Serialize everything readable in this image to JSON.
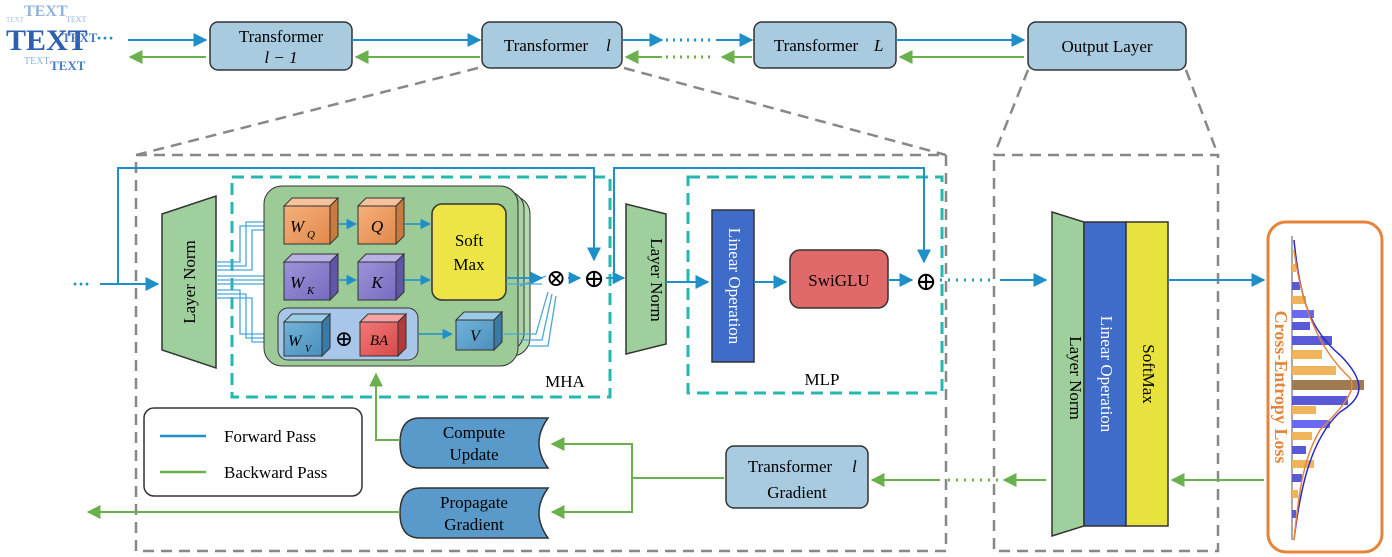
{
  "logo": {
    "lines": [
      "TEXT",
      "TEXT",
      "TEXT",
      "TEXT",
      "TEXT",
      "TEXT",
      "TEXT"
    ]
  },
  "top_row": {
    "block_prev_line1": "Transformer",
    "block_prev_line2": "l − 1",
    "block_l_text": "Transformer",
    "block_l_var": "l",
    "block_L_text": "Transformer",
    "block_L_var": "L",
    "output_layer": "Output Layer"
  },
  "mha_section": {
    "layer_norm": "Layer Norm",
    "wq": "W",
    "wq_sub": "Q",
    "wk": "W",
    "wk_sub": "K",
    "wv": "W",
    "wv_sub": "V",
    "ba": "BA",
    "q": "Q",
    "k": "K",
    "v": "V",
    "softmax_line1": "Soft",
    "softmax_line2": "Max",
    "oplus": "⊕",
    "otimes": "⊗",
    "label": "MHA"
  },
  "mlp_section": {
    "layer_norm": "Layer Norm",
    "linear": "Linear Operation",
    "swiglu": "SwiGLU",
    "oplus": "⊕",
    "label": "MLP"
  },
  "legend": {
    "forward": "Forward Pass",
    "backward": "Backward Pass"
  },
  "backward": {
    "compute_line1": "Compute",
    "compute_line2": "Update",
    "propagate_line1": "Propagate",
    "propagate_line2": "Gradient",
    "gradient_line1": "Transformer",
    "gradient_var": "l",
    "gradient_line2": "Gradient"
  },
  "output_section": {
    "layer_norm": "Layer Norm",
    "linear": "Linear Operation",
    "softmax": "SoftMax"
  },
  "loss": {
    "label": "Cross-Entropy Loss"
  },
  "ellipsis": "···",
  "colors": {
    "forward": "#1e8fc8",
    "backward": "#6ab04c",
    "block_fill": "#a8cbe0",
    "ln_fill": "#9fcf9c",
    "mha_dash": "#25b8b0",
    "linear_blue": "#3f6bc9",
    "softmax_yellow": "#e8e23e",
    "swiglu_red": "#e06a6a",
    "loss_orange": "#e8843a"
  }
}
